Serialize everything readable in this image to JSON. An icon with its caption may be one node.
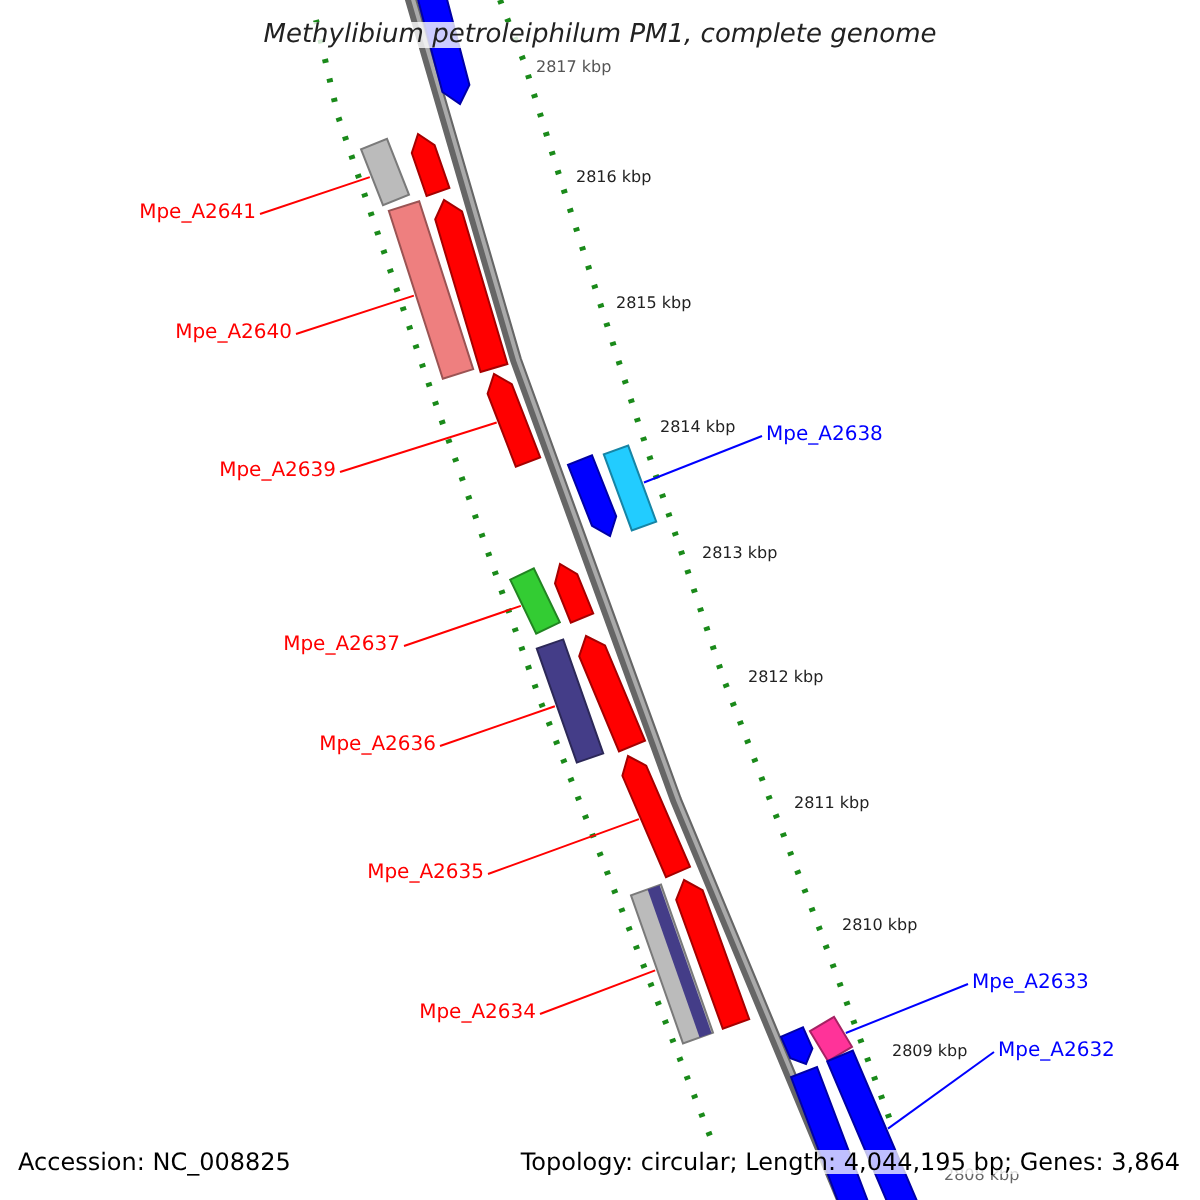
{
  "diagram": {
    "title": "Methylibium petroleiphilum PM1, complete genome",
    "nodes": [
      {
        "text": [
          "Mpe_A2641"
        ]
      },
      {
        "text": [],
        "shape": "bar"
      },
      {
        "text": [
          "Mpe_A2640"
        ]
      },
      {
        "text": [],
        "shape": "bar"
      },
      {
        "text": [
          "Mpe_A2638"
        ]
      },
      {
        "text": [],
        "shape": "bar"
      },
      {
        "text": [
          "Mpe_A2639"
        ]
      },
      {
        "text": [],
        "shape": "bar"
      },
      {
        "text": [
          "Mpe_A2637"
        ]
      },
      {
        "text": [],
        "shape": "bar"
      },
      {
        "text": [
          "Mpe_A2636"
        ]
      },
      {
        "text": [],
        "shape": "bar"
      },
      {
        "text": [
          "Mpe_A2635"
        ]
      },
      {
        "text": [],
        "shape": "bar"
      },
      {
        "text": [
          "Mpe_A2633"
        ]
      },
      {
        "text": [],
        "shape": "bar"
      },
      {
        "text": [
          "Mpe_A2634"
        ]
      },
      {
        "text": [],
        "shape": "bar"
      },
      {
        "text": [
          "Mpe_A2632"
        ]
      },
      {
        "text": [],
        "shape": "bar"
      },
      {
        "text": [],
        "shape": "bar"
      },
      {
        "text": [],
        "shape": "bar"
      },
      {
        "text": [],
        "shape": "bar"
      },
      {
        "text": [],
        "shape": "bar"
      },
      {
        "text": [],
        "shape": "bar"
      },
      {
        "text": [],
        "shape": "bar"
      },
      {
        "text": [],
        "shape": "bar"
      },
      {
        "text": [],
        "shape": "bar"
      },
      {
        "text": [],
        "shape": "bar"
      }
    ],
    "edges": [
      {
        "from": 0,
        "to": 1,
        "arrow": "none"
      },
      {
        "from": 2,
        "to": 3,
        "arrow": "none"
      },
      {
        "from": 4,
        "to": 5,
        "arrow": "none",
        "color": "#0000ff"
      },
      {
        "from": 6,
        "to": 7,
        "arrow": "none"
      },
      {
        "from": 8,
        "to": 9,
        "arrow": "none"
      },
      {
        "from": 10,
        "to": 11,
        "arrow": "none"
      },
      {
        "from": 12,
        "to": 13,
        "arrow": "none"
      },
      {
        "from": 14,
        "to": 15,
        "arrow": "none",
        "color": "#0000ff"
      },
      {
        "from": 16,
        "to": 17,
        "arrow": "none"
      },
      {
        "from": 18,
        "to": 19,
        "arrow": "none",
        "color": "#0000ff"
      }
    ],
    "labels": [
      "2817 kbp",
      "2816 kbp",
      "2815 kbp",
      "2814 kbp",
      "2813 kbp",
      "2812 kbp",
      "2811 kbp",
      "2810 kbp",
      "2809 kbp",
      "2808 kbp",
      "Accession: NC_008825",
      "Topology: circular; Length: 4,044,195 bp; Genes: 3,864"
    ]
  }
}
